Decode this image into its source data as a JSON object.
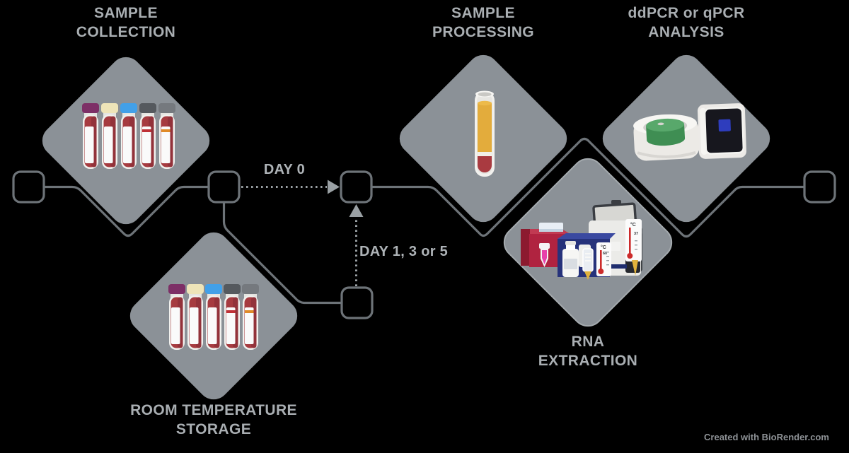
{
  "diagram": {
    "title_context": "blood sample workflow",
    "stages": [
      {
        "id": "sample-collection",
        "label": "SAMPLE\nCOLLECTION"
      },
      {
        "id": "room-temperature-storage",
        "label": "ROOM TEMPERATURE\nSTORAGE"
      },
      {
        "id": "sample-processing",
        "label": "SAMPLE\nPROCESSING"
      },
      {
        "id": "rna-extraction",
        "label": "RNA\nEXTRACTION"
      },
      {
        "id": "pcr-analysis",
        "label": "ddPCR or qPCR\nANALYSIS"
      }
    ],
    "edges": [
      {
        "id": "day0",
        "label": "DAY 0",
        "type": "dotted-arrow-right"
      },
      {
        "id": "day135",
        "label": "DAY 1, 3 or 5",
        "type": "dotted-arrow-up"
      }
    ]
  },
  "footer": {
    "credit": "Created with BioRender.com"
  },
  "micro": {
    "celsius": "°C",
    "temp_60": "60",
    "temp_37": "37"
  },
  "colors": {
    "background": "#000000",
    "diamond_fill": "#8b9197",
    "diamond_outline_rna": "#a4aaae",
    "wire": "#6d7378",
    "node_border": "#6d7378",
    "dotted_arrow": "#9aa0a4",
    "title_text": "#a9aeb2",
    "edge_label_text": "#aeb3b7",
    "footer_text": "#8e9296",
    "blood": "#a63b40",
    "plasma_yellow": "#e3ac3c",
    "centrifuge_lid_green": "#58a86b",
    "qpcr_screen_blue": "#2e3dbd",
    "kit_box_red": "#b02340",
    "kit_box_navy": "#26327b",
    "micro_tube_pink": "#e840aa"
  },
  "icons": {
    "blood_tube_cap_colors": [
      "#7d2f66",
      "#eee4b8",
      "#42a0e8",
      "#55595e",
      "#75797e"
    ],
    "tube_stripe_red": "#bf3036",
    "tube_stripe_orange": "#e08a28"
  }
}
